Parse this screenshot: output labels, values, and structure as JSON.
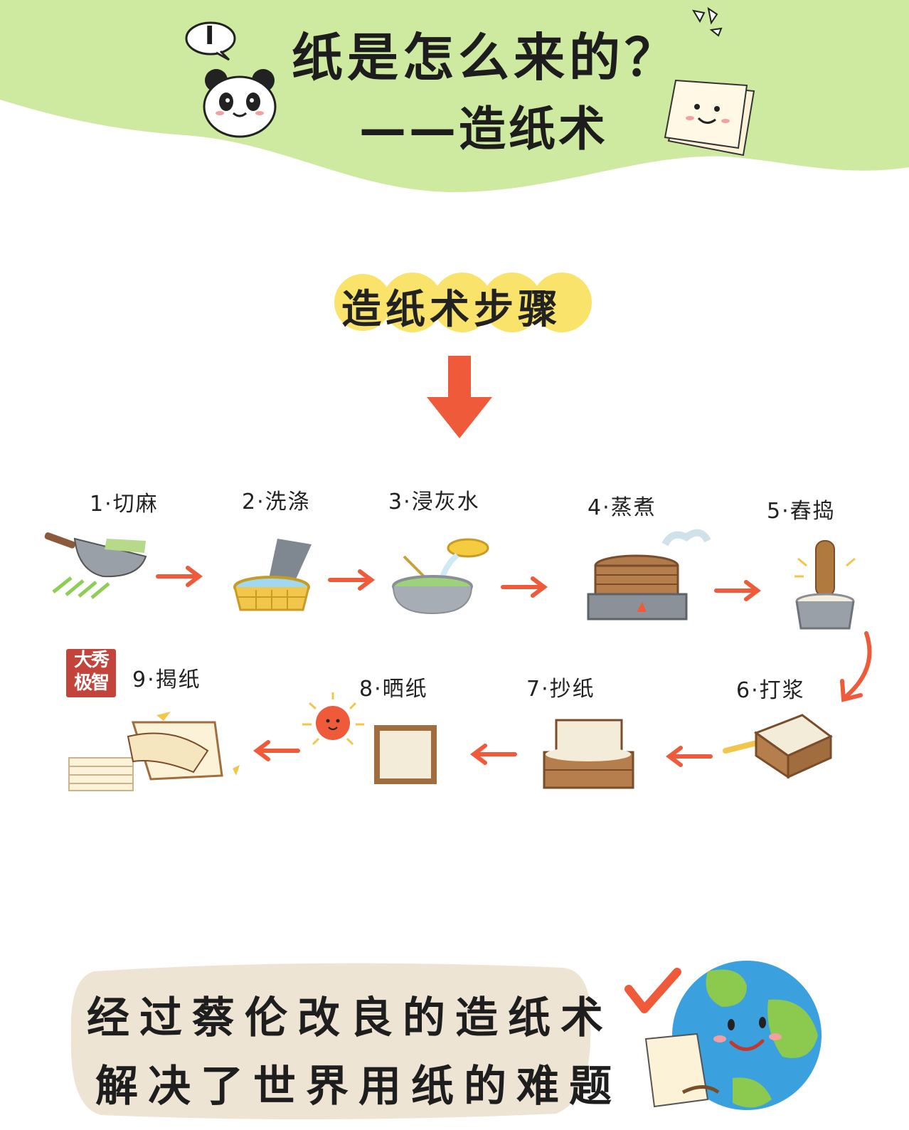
{
  "header": {
    "title": "纸是怎么来的？",
    "subtitle": "——造纸术",
    "badge": "I"
  },
  "steps_heading": "造纸术步骤",
  "steps": [
    {
      "label": "1·切麻",
      "icon": "knife-cutting-hemp-icon"
    },
    {
      "label": "2·洗涤",
      "icon": "washing-tub-icon"
    },
    {
      "label": "3·浸灰水",
      "icon": "lime-water-pot-icon"
    },
    {
      "label": "4·蒸煮",
      "icon": "steamer-stove-icon"
    },
    {
      "label": "5·舂捣",
      "icon": "pestle-mortar-icon"
    },
    {
      "label": "6·打浆",
      "icon": "pulp-box-icon"
    },
    {
      "label": "7·抄纸",
      "icon": "paper-mould-icon"
    },
    {
      "label": "8·晒纸",
      "icon": "sun-drying-icon"
    },
    {
      "label": "9·揭纸",
      "icon": "paper-stack-icon"
    }
  ],
  "seal": {
    "line1": "大秀",
    "line2": "极智"
  },
  "bottom": {
    "line1": "经过蔡伦改良的造纸术",
    "line2": "解决了世界用纸的难题"
  },
  "colors": {
    "header_green": "#cdeaa0",
    "heading_yellow": "#f9e36a",
    "arrow_red": "#ef5a3a",
    "bottom_box": "#ede4d3",
    "earth_blue": "#3aa0de",
    "earth_green": "#8cc94f"
  }
}
